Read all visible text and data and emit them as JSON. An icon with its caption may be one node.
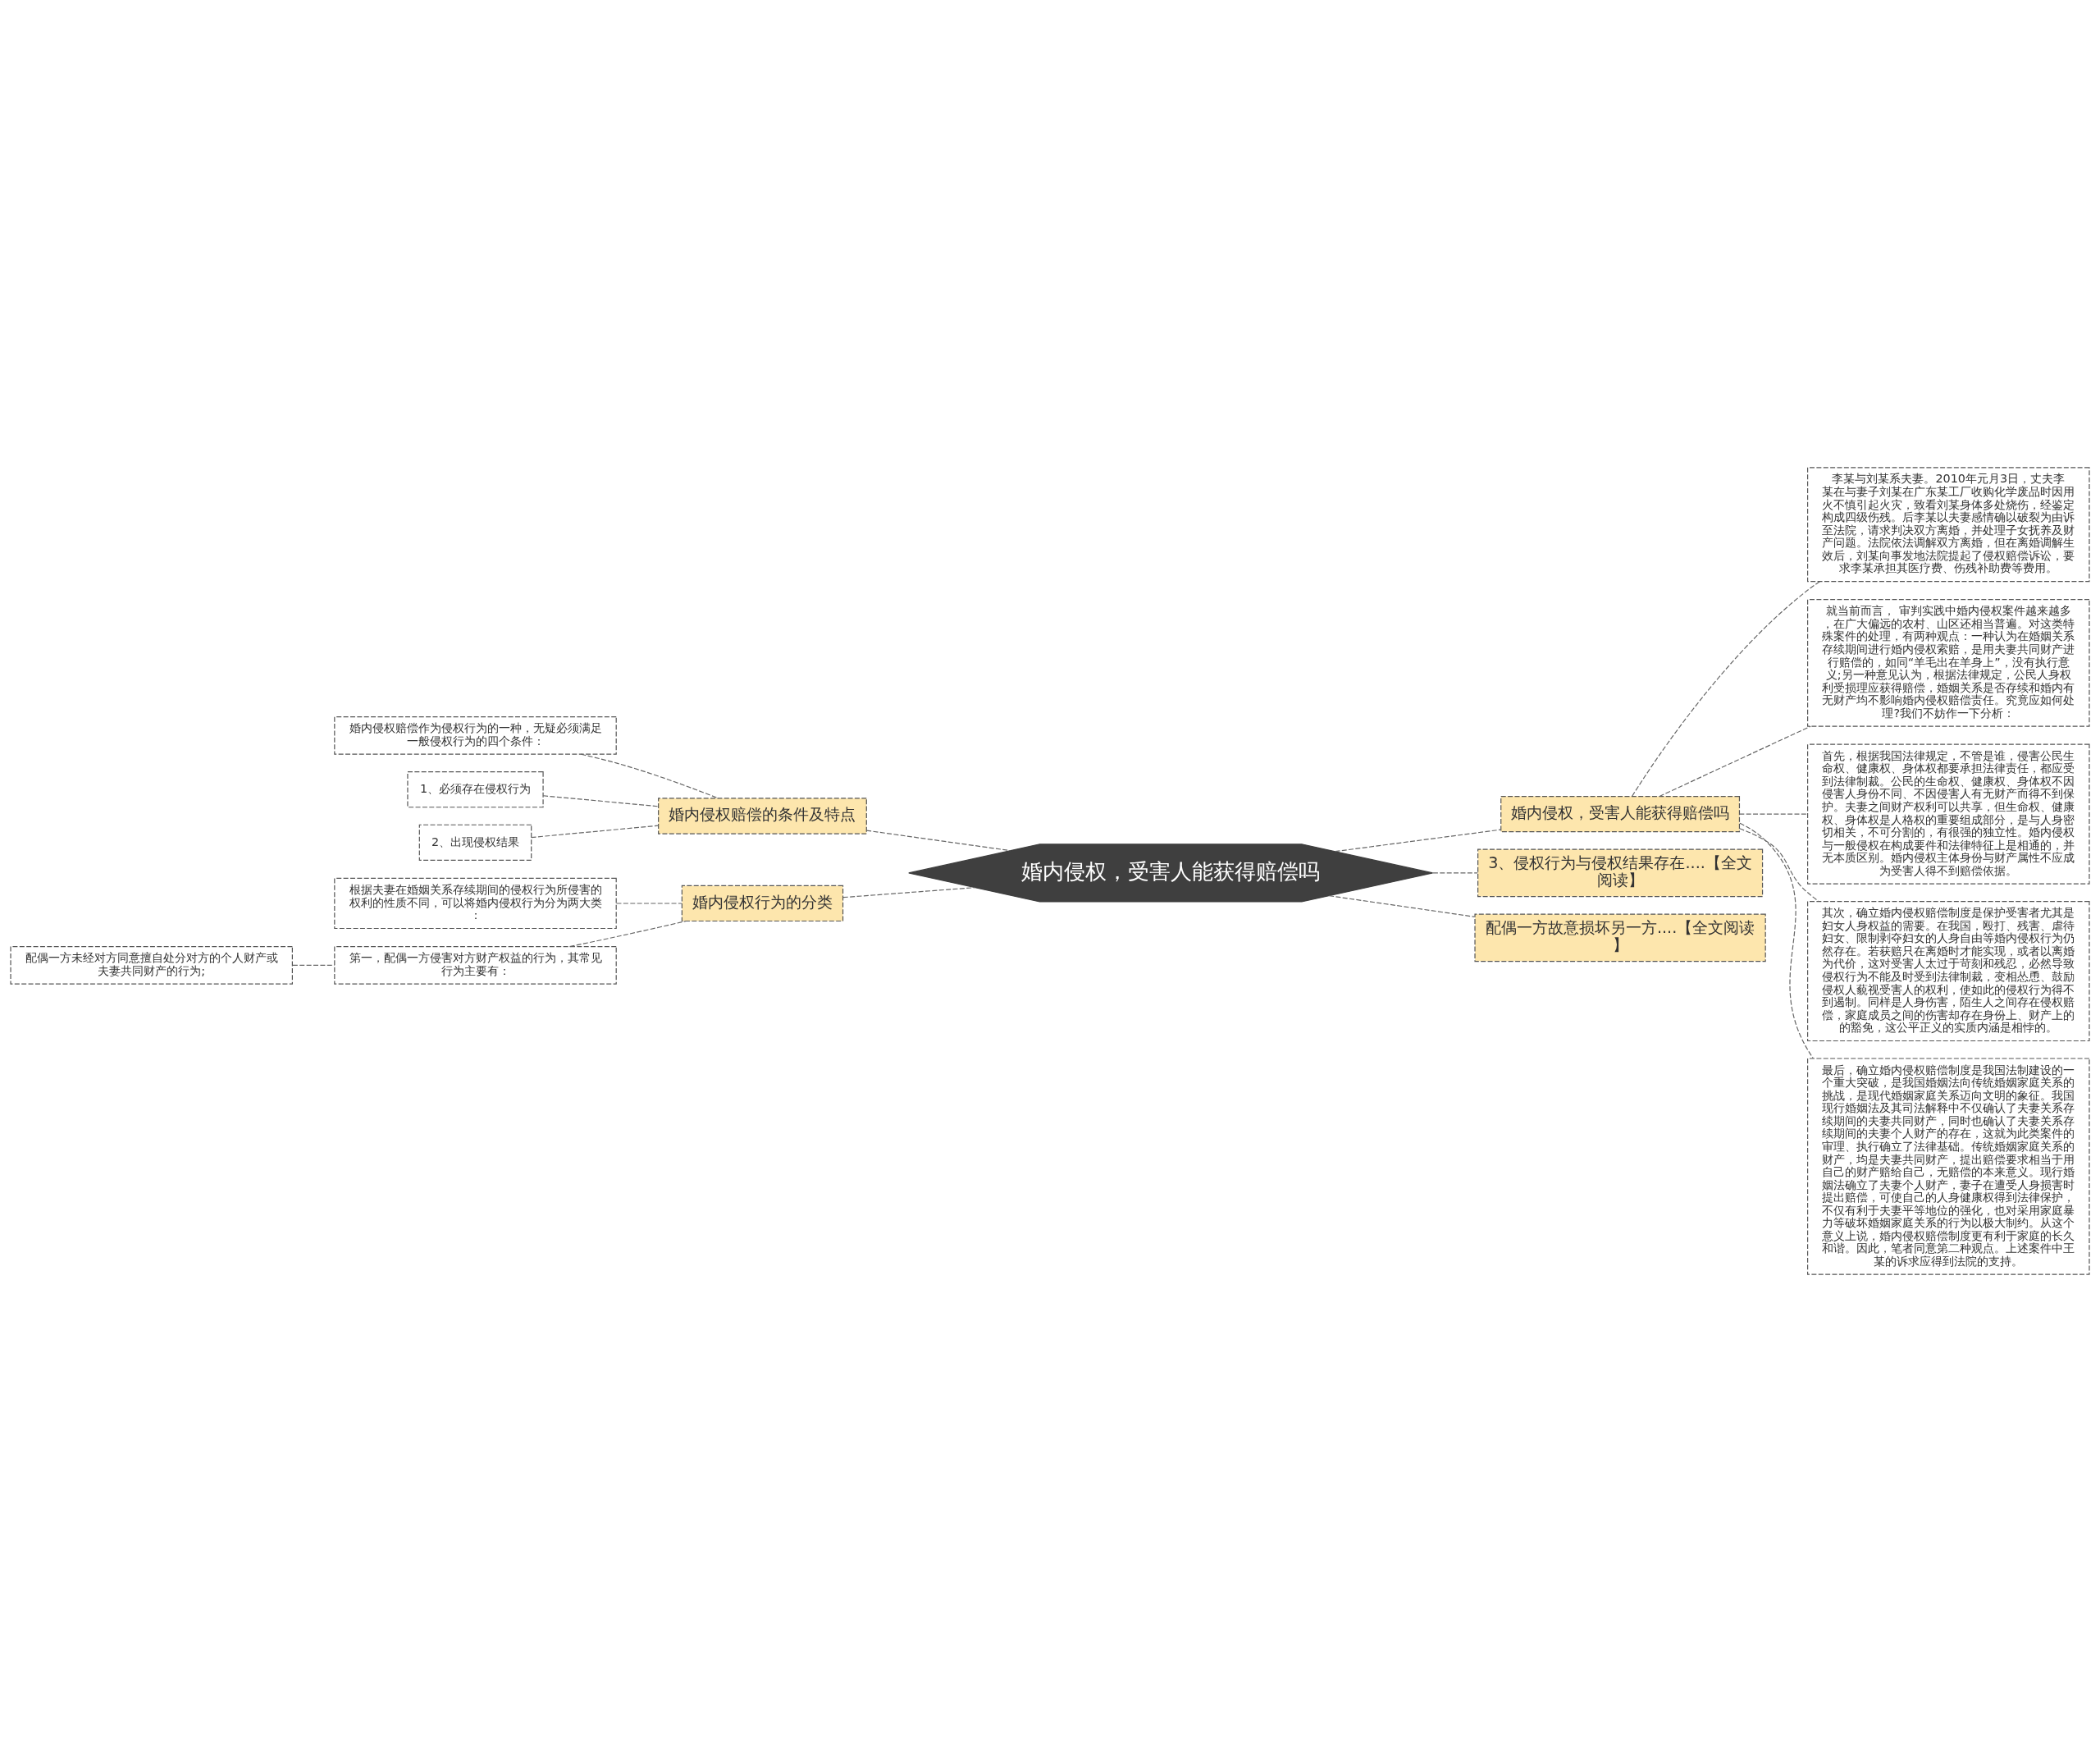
{
  "diagram": {
    "nodes": [
      {
        "text": [
          "婚内侵权，受害人能获得赔偿吗"
        ]
      },
      {
        "text": [
          "婚内侵权赔偿的条件及特点"
        ]
      },
      {
        "text": [
          "婚内侵权赔偿作为侵权行为的一种，无疑必须满足一般侵权行为的四个条件："
        ]
      },
      {
        "text": [
          "1、必须存在侵权行为"
        ]
      },
      {
        "text": [
          "2、出现侵权结果"
        ]
      },
      {
        "text": [
          "婚内侵权行为的分类"
        ]
      },
      {
        "text": [
          "根据夫妻在婚姻关系存续期间的侵权行为所侵害的权利的性质不同，可以将婚内侵权行为分为两大类："
        ]
      },
      {
        "text": [
          "第一，配偶一方侵害对方财产权益的行为，其常见行为主要有："
        ]
      },
      {
        "text": [
          "配偶一方未经对方同意擅自处分对方的个人财产或夫妻共同财产的行为;"
        ]
      },
      {
        "text": [
          "婚内侵权，受害人能获得赔偿吗"
        ]
      },
      {
        "text": [
          "李某与刘某系夫妻。2010年元月3日，丈夫李某在与妻子刘某在广东某工厂收购化学废品时因用火不慎引起火灾，致看刘某身体多处烧伤，经鉴定构成四级伤残。后李某以夫妻感情确以破裂为由诉至法院，请求判决双方离婚，并处理子女抚养及财产问题。法院依法调解双方离婚，但在离婚调解生效后，刘某向事发地法院提起了侵权赔偿诉讼，要求李某承担其医疗费、伤残补助费等费用。"
        ]
      },
      {
        "text": [
          "就当前而言， 审判实践中婚内侵权案件越来越多，在广大偏远的农村、山区还相当普遍。对这类特殊案件的处理，有两种观点：一种认为在婚姻关系存续期间进行婚内侵权索赔，是用夫妻共同财产进行赔偿的，如同“羊毛出在羊身上”，没有执行意义;另一种意见认为，根据法律规定，公民人身权利受损理应获得赔偿，婚姻关系是否存续和婚内有无财产均不影响婚内侵权赔偿责任。究竟应如何处理?我们不妨作一下分析："
        ]
      },
      {
        "text": [
          "首先，根据我国法律规定，不管是谁，侵害公民生命权、健康权、身体权都要承担法律责任，都应受到法律制裁。公民的生命权、健康权、身体权不因侵害人身份不同、不因侵害人有无财产而得不到保护。夫妻之间财产权利可以共享，但生命权、健康权、身体权是人格权的重要组成部分，是与人身密切相关，不可分割的，有很强的独立性。婚内侵权与一般侵权在构成要件和法律特征上是相通的，并无本质区别。婚内侵权主体身份与财产属性不应成为受害人得不到赔偿依据。"
        ]
      },
      {
        "text": [
          "其次，确立婚内侵权赔偿制度是保护受害者尤其是妇女人身权益的需要。在我国，殴打、残害、虐待妇女、限制剥夺妇女的人身自由等婚内侵权行为仍然存在。若获赔只在离婚时才能实现，或者以离婚为代价，这对受害人太过于苛刻和残忍，必然导致侵权行为不能及时受到法律制裁，变相怂恿、鼓励侵权人藐视受害人的权利，使如此的侵权行为得不到遏制。同样是人身伤害，陌生人之间存在侵权赔偿，家庭成员之间的伤害却存在身份上、财产上的的豁免，这公平正义的实质内涵是相悖的。"
        ]
      },
      {
        "text": [
          "最后，确立婚内侵权赔偿制度是我国法制建设的一个重大突破，是我国婚姻法向传统婚姻家庭关系的挑战，是现代婚姻家庭关系迈向文明的象征。我国现行婚姻法及其司法解释中不仅确认了夫妻关系存续期间的夫妻共同财产，同时也确认了夫妻关系存续期间的夫妻个人财产的存在，这就为此类案件的审理、执行确立了法律基础。传统婚姻家庭关系的财产，均是夫妻共同财产，提出赔偿要求相当于用自己的财产赔给自己，无赔偿的本来意义。现行婚姻法确立了夫妻个人财产，妻子在遭受人身损害时提出赔偿，可使自己的人身健康权得到法律保护，不仅有利于夫妻平等地位的强化，也对采用家庭暴力等破坏婚姻家庭关系的行为以极大制约。从这个意义上说，婚内侵权赔偿制度更有利于家庭的长久和谐。因此，笔者同意第二种观点。上述案件中王某的诉求应得到法院的支持。"
        ]
      },
      {
        "text": [
          "3、侵权行为与侵权结果存在....【全文阅读】"
        ]
      },
      {
        "text": [
          "配偶一方故意损坏另一方....【全文阅读】"
        ]
      }
    ],
    "edges": [
      {
        "from": 1,
        "to": 0,
        "arrow": "none",
        "style": "dashed"
      },
      {
        "from": 2,
        "to": 1,
        "arrow": "none",
        "style": "dashed"
      },
      {
        "from": 3,
        "to": 1,
        "arrow": "none",
        "style": "dashed"
      },
      {
        "from": 4,
        "to": 1,
        "arrow": "none",
        "style": "dashed"
      },
      {
        "from": 5,
        "to": 0,
        "arrow": "none",
        "style": "dashed"
      },
      {
        "from": 6,
        "to": 5,
        "arrow": "none",
        "style": "dashed"
      },
      {
        "from": 7,
        "to": 5,
        "arrow": "none",
        "style": "dashed"
      },
      {
        "from": 8,
        "to": 7,
        "arrow": "none",
        "style": "dashed"
      },
      {
        "from": 0,
        "to": 9,
        "arrow": "none",
        "style": "dashed"
      },
      {
        "from": 9,
        "to": 10,
        "arrow": "none",
        "style": "dashed"
      },
      {
        "from": 9,
        "to": 11,
        "arrow": "none",
        "style": "dashed"
      },
      {
        "from": 9,
        "to": 12,
        "arrow": "none",
        "style": "dashed"
      },
      {
        "from": 9,
        "to": 13,
        "arrow": "none",
        "style": "dashed"
      },
      {
        "from": 9,
        "to": 14,
        "arrow": "none",
        "style": "dashed"
      },
      {
        "from": 0,
        "to": 15,
        "arrow": "none",
        "style": "dashed"
      },
      {
        "from": 0,
        "to": 16,
        "arrow": "none",
        "style": "dashed"
      }
    ]
  }
}
